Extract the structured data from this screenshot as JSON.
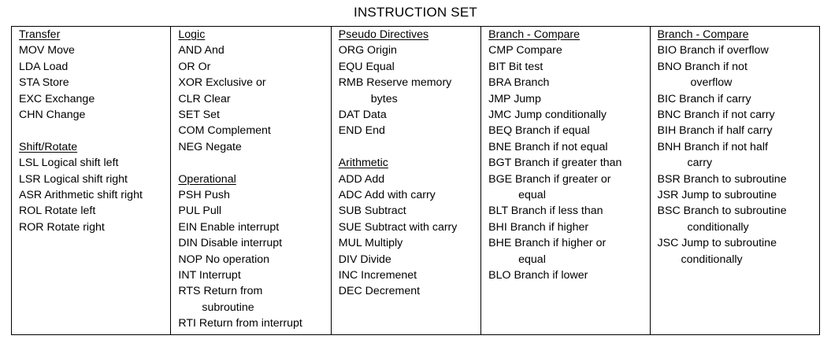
{
  "title": "INSTRUCTION SET",
  "columns": [
    {
      "sections": [
        {
          "heading": "Transfer",
          "lines": [
            "MOV  Move",
            "LDA  Load",
            "STA  Store",
            "EXC  Exchange",
            "CHN  Change"
          ]
        },
        {
          "heading": "Shift/Rotate",
          "lines": [
            "LSL  Logical shift left",
            "LSR   Logical shift right",
            "ASR  Arithmetic shift right",
            "ROL  Rotate left",
            "ROR  Rotate right"
          ]
        }
      ]
    },
    {
      "sections": [
        {
          "heading": "Logic",
          "lines": [
            "AND  And",
            "OR  Or",
            "XOR  Exclusive or",
            "CLR  Clear",
            "SET  Set",
            "COM  Complement",
            "NEG  Negate"
          ]
        },
        {
          "heading": "Operational",
          "lines": [
            "PSH  Push",
            "PUL  Pull",
            "EIN  Enable interrupt",
            "DIN  Disable interrupt",
            "NOP  No operation",
            "INT  Interrupt",
            "RTS  Return from",
            "subroutine",
            "RTI  Return from interrupt"
          ]
        }
      ]
    },
    {
      "sections": [
        {
          "heading": "Pseudo Directives",
          "lines": [
            "ORG  Origin",
            "EQU  Equal",
            "RMB  Reserve memory",
            "bytes",
            "DAT  Data",
            "END  End"
          ]
        },
        {
          "heading": "Arithmetic",
          "lines": [
            "ADD  Add",
            "ADC  Add with carry",
            "SUB  Subtract",
            "SUE  Subtract with carry",
            "MUL  Multiply",
            "DIV  Divide",
            "INC  Incremenet",
            "DEC  Decrement"
          ]
        }
      ]
    },
    {
      "sections": [
        {
          "heading": "Branch - Compare",
          "lines": [
            "CMP   Compare",
            "BIT  Bit test",
            "BRA  Branch",
            "JMP  Jump",
            "JMC  Jump conditionally",
            "BEQ  Branch if equal",
            "BNE  Branch if not equal",
            "BGT  Branch if greater than",
            "BGE  Branch if greater or",
            "equal",
            "BLT  Branch if less than",
            "BHI  Branch if higher",
            "BHE  Branch if higher or",
            "equal",
            "BLO  Branch if lower"
          ]
        }
      ]
    },
    {
      "sections": [
        {
          "heading": "Branch - Compare",
          "lines": [
            "BIO  Branch if overflow",
            "BNO  Branch if not",
            "overflow",
            "BIC  Branch if carry",
            "BNC  Branch if not carry",
            "BIH  Branch if half carry",
            "BNH  Branch if not half",
            "carry",
            "BSR  Branch to subroutine",
            "JSR  Jump to subroutine",
            "BSC  Branch to subroutine",
            "conditionally",
            "JSC  Jump to subroutine",
            "conditionally"
          ]
        }
      ]
    }
  ]
}
